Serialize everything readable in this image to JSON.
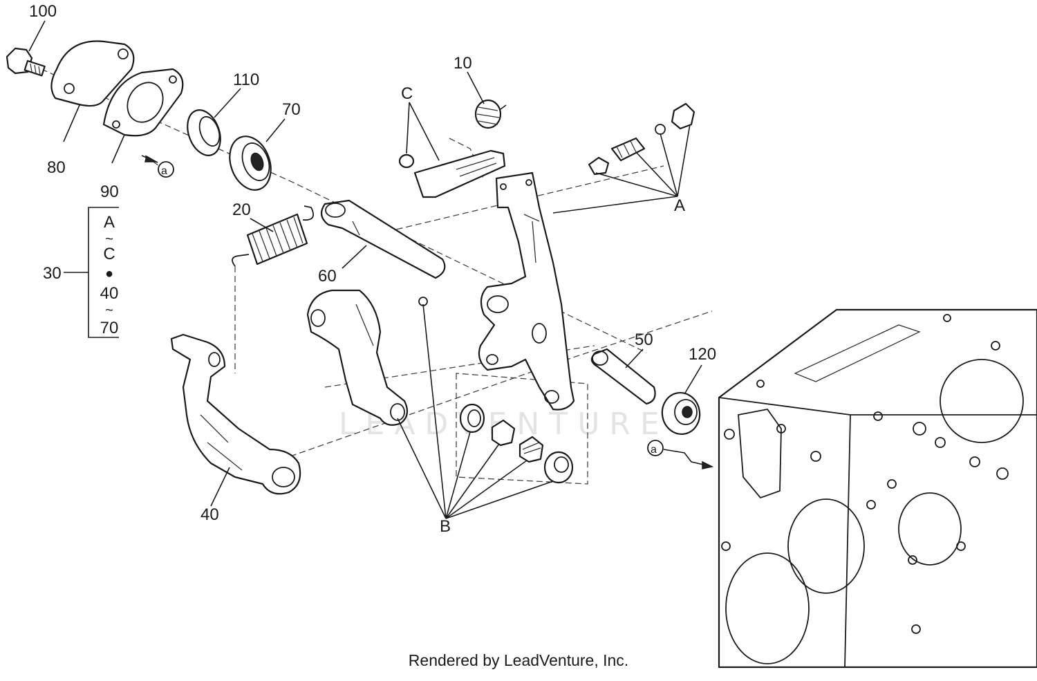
{
  "callouts": {
    "c10": "10",
    "c20": "20",
    "c30": "30",
    "c40": "40",
    "c50": "50",
    "c60": "60",
    "c70": "70",
    "c80": "80",
    "c90": "90",
    "c100": "100",
    "c110": "110",
    "c120": "120",
    "A": "A",
    "B": "B",
    "C": "C"
  },
  "kit_bracket": {
    "lines": [
      "A",
      "~",
      "C",
      "●",
      "40",
      "~",
      "70"
    ]
  },
  "reference_mark": "a",
  "watermark": "LEADVENTURE",
  "footer": "Rendered by LeadVenture, Inc."
}
